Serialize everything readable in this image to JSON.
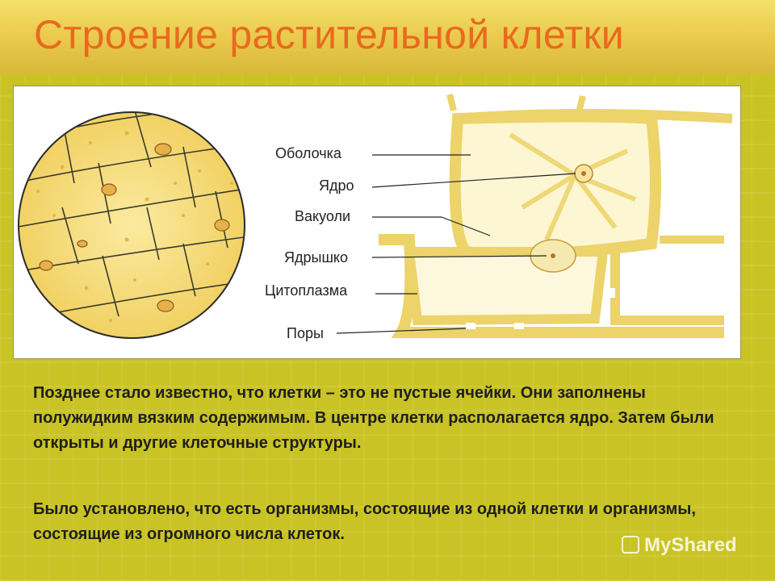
{
  "slide": {
    "title": "Строение растительной клетки"
  },
  "figure": {
    "labels": [
      "Оболочка",
      "Ядро",
      "Вакуоли",
      "Ядрышко",
      "Цитоплазма",
      "Поры"
    ]
  },
  "body": {
    "paragraph_1": "Позднее стало известно, что клетки – это не пустые ячейки. Они заполнены полужидким вязким содержимым. В центре клетки располагается ядро. Затем были открыты и другие клеточные структуры.",
    "paragraph_2": "Было установлено, что есть организмы, состоящие из одной клетки и организмы, состоящие из огромного числа клеток."
  },
  "watermark": {
    "text": "MyShared"
  }
}
